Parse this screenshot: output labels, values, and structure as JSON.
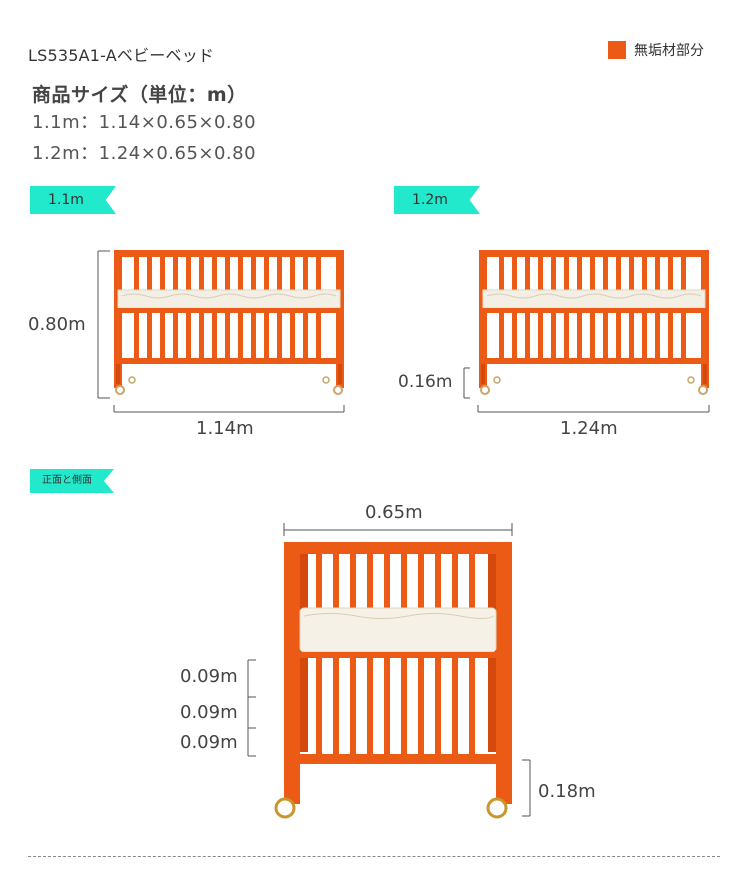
{
  "header": {
    "title": "LS535A1-Aベビーベッド",
    "legend_label": "無垢材部分",
    "legend_color": "#ec5b16"
  },
  "size": {
    "title": "商品サイズ（単位：m）",
    "line1": "1.1m：1.14×0.65×0.80",
    "line2": "1.2m：1.24×0.65×0.80"
  },
  "tags": {
    "left": "1.1m",
    "right": "1.2m",
    "front": "正面と側面"
  },
  "dimensions": {
    "left_height": "0.80m",
    "left_width": "1.14m",
    "right_leg": "0.16m",
    "right_width": "1.24m",
    "front_width": "0.65m",
    "front_gap1": "0.09m",
    "front_gap2": "0.09m",
    "front_gap3": "0.09m",
    "front_leg": "0.18m"
  },
  "colors": {
    "wood": "#ec5b16",
    "wood_dark": "#d44a0c",
    "mattress": "#f4efe4",
    "tag": "#22e8cc"
  }
}
